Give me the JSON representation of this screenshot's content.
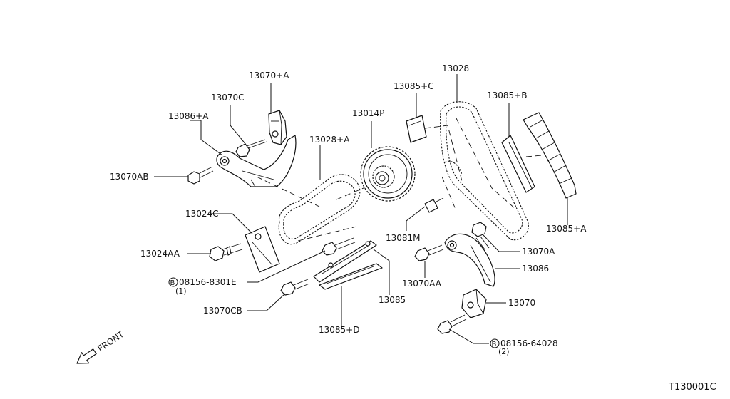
{
  "diagram": {
    "drawing_code": "T130001C",
    "front_label": "FRONT",
    "parts": [
      {
        "id": "p13070A_top",
        "label": "13070+A"
      },
      {
        "id": "p13070C",
        "label": "13070C"
      },
      {
        "id": "p13086A",
        "label": "13086+A"
      },
      {
        "id": "p13070AB",
        "label": "13070AB"
      },
      {
        "id": "p13028A",
        "label": "13028+A"
      },
      {
        "id": "p13014P",
        "label": "13014P"
      },
      {
        "id": "p13085C",
        "label": "13085+C"
      },
      {
        "id": "p13028",
        "label": "13028"
      },
      {
        "id": "p13085B",
        "label": "13085+B"
      },
      {
        "id": "p13024C",
        "label": "13024C"
      },
      {
        "id": "p13024AA",
        "label": "13024AA"
      },
      {
        "id": "p13081M",
        "label": "13081M"
      },
      {
        "id": "p13085A",
        "label": "13085+A"
      },
      {
        "id": "p13070A",
        "label": "13070A"
      },
      {
        "id": "p13086",
        "label": "13086"
      },
      {
        "id": "p13070AA",
        "label": "13070AA"
      },
      {
        "id": "p08156_8301E",
        "label": "08156-8301E",
        "qty": "(1)",
        "badge": "B"
      },
      {
        "id": "p13085",
        "label": "13085"
      },
      {
        "id": "p13070CB",
        "label": "13070CB"
      },
      {
        "id": "p13070",
        "label": "13070"
      },
      {
        "id": "p13085D",
        "label": "13085+D"
      },
      {
        "id": "p08156_64028",
        "label": "08156-64028",
        "qty": "(2)",
        "badge": "B"
      }
    ]
  }
}
